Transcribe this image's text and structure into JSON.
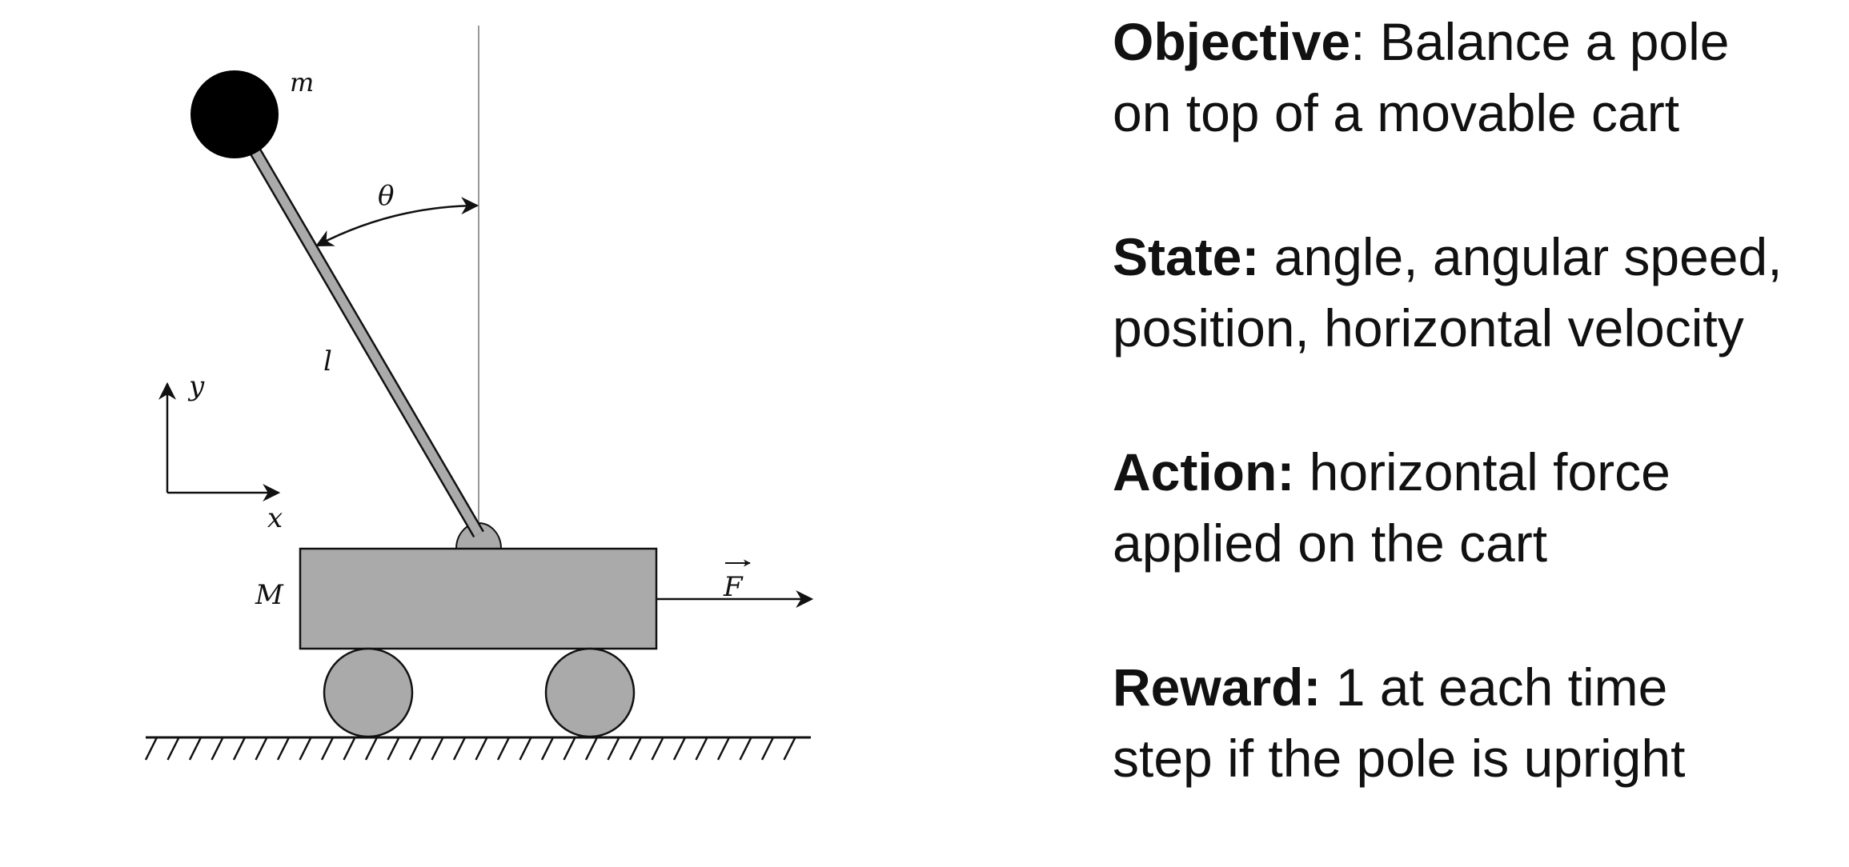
{
  "diagram": {
    "labels": {
      "mass": "m",
      "angle": "θ",
      "length": "l",
      "y_axis": "y",
      "x_axis": "x",
      "cart_mass": "M",
      "force": "F"
    }
  },
  "items": [
    {
      "heading": "Objective",
      "separator": ":",
      "line1": " Balance a pole",
      "line2": "on top of a movable cart"
    },
    {
      "heading": "State:",
      "separator": "",
      "line1": " angle, angular speed,",
      "line2": "position, horizontal velocity"
    },
    {
      "heading": "Action:",
      "separator": "",
      "line1": " horizontal force",
      "line2": "applied on the cart"
    },
    {
      "heading": "Reward:",
      "separator": "",
      "line1": " 1 at each time",
      "line2": "step if the pole is upright"
    }
  ]
}
